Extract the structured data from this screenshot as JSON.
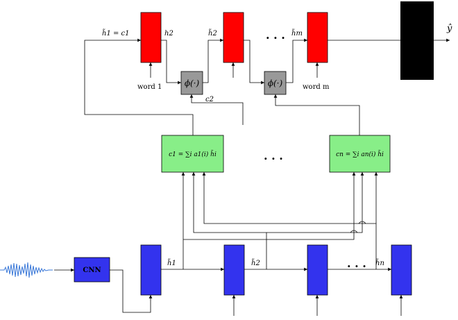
{
  "decoder": {
    "input_label": "h̃1 = c1",
    "h2_label": "h2",
    "h2_tilde_label": "h̃2",
    "hm_label": "h̃m",
    "word1": "word 1",
    "wordm": "word m",
    "c2_label": "c2",
    "phi_label": "ϕ(·)",
    "ellipsis": ". . .",
    "output_label": "ŷ"
  },
  "attention": {
    "c1_formula": "c1 = ∑i a1(i) h̃i",
    "cn_formula": "cn = ∑i an(i) h̃i",
    "ellipsis": ". . ."
  },
  "encoder": {
    "cnn_label": "CNN",
    "h1_label": "h̃1",
    "h2_label": "h̃2",
    "hn_label": "h̃n",
    "ellipsis": ". . ."
  },
  "colors": {
    "decoder_cell": "#ff0000",
    "encoder_cell": "#3333ee",
    "attention_box": "#88ee88",
    "phi_box": "#999999",
    "output_block": "#000000",
    "waveform": "#3a78d8"
  }
}
